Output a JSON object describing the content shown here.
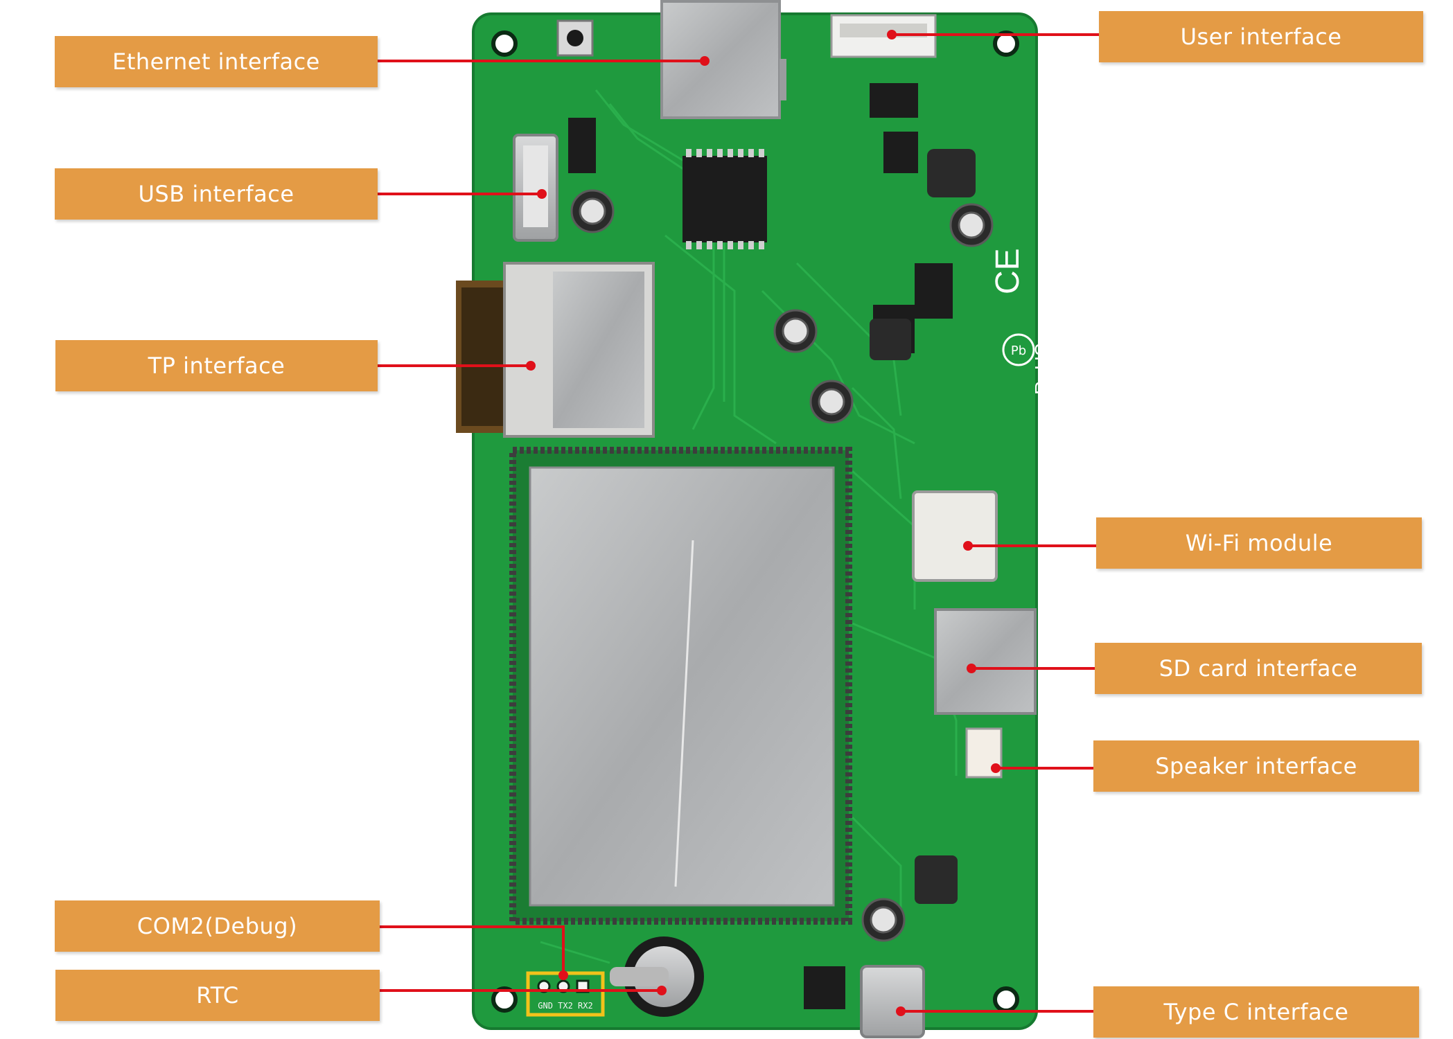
{
  "colors": {
    "label_bg": "#e49b45",
    "label_text": "#ffffff",
    "leader_line": "#e0101a",
    "pcb_green": "#1f9a3e",
    "com2_box": "#f2c21b"
  },
  "labels": {
    "ethernet": "Ethernet interface",
    "usb": "USB interface",
    "tp": "TP interface",
    "com2": "COM2(Debug)",
    "rtc": "RTC",
    "user": "User interface",
    "wifi": "Wi-Fi module",
    "sd": "SD card interface",
    "speaker": "Speaker interface",
    "typec": "Type C interface"
  },
  "board_marks": {
    "ce": "CE",
    "rohs": "RoHS",
    "pb": "Pb",
    "com2_pins": "GND TX2 RX2"
  }
}
